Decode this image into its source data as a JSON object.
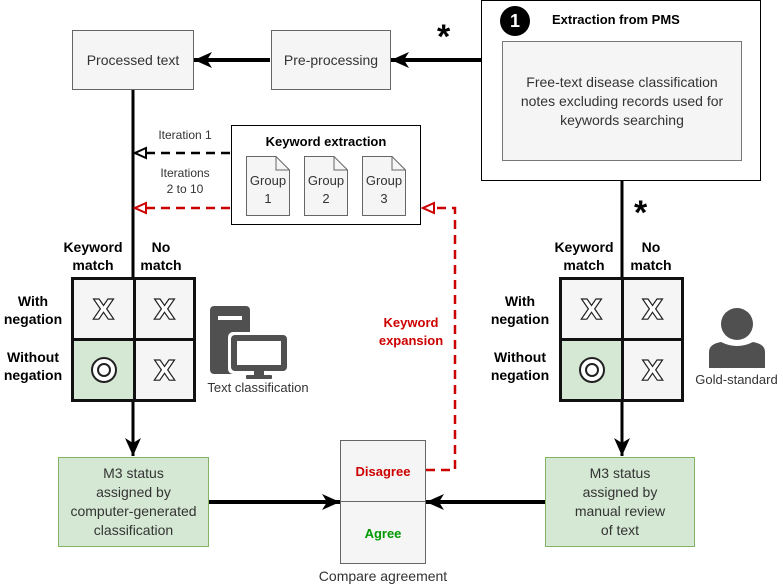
{
  "extraction": {
    "step_number": "1",
    "title": "Extraction from PMS",
    "source_text": "Free-text disease classification notes excluding records used for keywords searching"
  },
  "preprocessing": {
    "label": "Pre-processing"
  },
  "processed_text": {
    "label": "Processed text"
  },
  "asterisk": "*",
  "iterations": {
    "first": "Iteration 1",
    "rest_line1": "Iterations",
    "rest_line2": "2 to 10"
  },
  "keyword_extraction": {
    "title": "Keyword extraction",
    "groups": [
      {
        "line1": "Group",
        "line2": "1"
      },
      {
        "line1": "Group",
        "line2": "2"
      },
      {
        "line1": "Group",
        "line2": "3"
      }
    ]
  },
  "keyword_expansion": {
    "line1": "Keyword",
    "line2": "expansion"
  },
  "matrix": {
    "col_headers": [
      {
        "line1": "Keyword",
        "line2": "match"
      },
      {
        "line1": "No",
        "line2": "match"
      }
    ],
    "row_headers": [
      {
        "line1": "With",
        "line2": "negation"
      },
      {
        "line1": "Without",
        "line2": "negation"
      }
    ],
    "cells": [
      [
        "X",
        "X"
      ],
      [
        "O",
        "X"
      ]
    ]
  },
  "text_classification": {
    "label": "Text classification",
    "icon": "computer-icon"
  },
  "gold_standard": {
    "label": "Gold-standard",
    "icon": "person-icon"
  },
  "m3_computer": {
    "lines": [
      "M3 status",
      "assigned by",
      "computer-generated",
      "classification"
    ]
  },
  "m3_manual": {
    "lines": [
      "M3 status",
      "assigned by",
      "manual review",
      "of text"
    ]
  },
  "compare": {
    "disagree": "Disagree",
    "agree": "Agree",
    "caption": "Compare agreement"
  },
  "colors": {
    "red": "#cc0000",
    "green_text": "#009900",
    "green_fill": "#d5e8d4",
    "green_border": "#82b366",
    "grey_fill": "#f5f5f5",
    "icon_grey": "#505050"
  }
}
